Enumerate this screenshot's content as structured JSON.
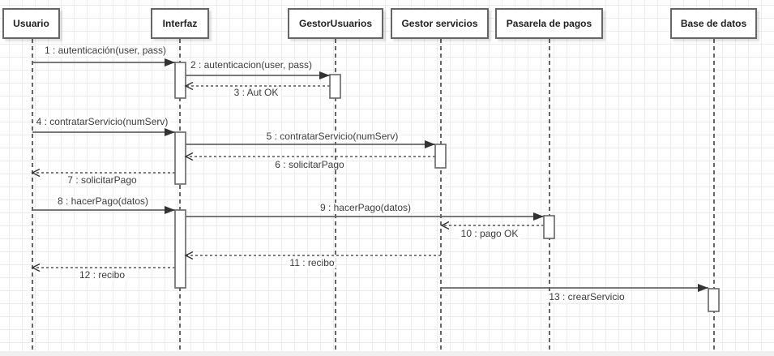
{
  "diagram_type": "uml-sequence",
  "actors": [
    {
      "label": "Usuario"
    },
    {
      "label": "Interfaz"
    },
    {
      "label": "GestorUsuarios"
    },
    {
      "label": "Gestor servicios"
    },
    {
      "label": "Pasarela de pagos"
    },
    {
      "label": "Base de datos"
    }
  ],
  "messages": [
    {
      "label": "1 : autenticación(user, pass)",
      "from": "Usuario",
      "to": "Interfaz",
      "kind": "sync"
    },
    {
      "label": "2 : autenticacion(user, pass)",
      "from": "Interfaz",
      "to": "GestorUsuarios",
      "kind": "sync"
    },
    {
      "label": "3 : Aut OK",
      "from": "GestorUsuarios",
      "to": "Interfaz",
      "kind": "return"
    },
    {
      "label": "4 : contratarServicio(numServ)",
      "from": "Usuario",
      "to": "Interfaz",
      "kind": "sync"
    },
    {
      "label": "5 : contratarServicio(numServ)",
      "from": "Interfaz",
      "to": "Gestor servicios",
      "kind": "sync"
    },
    {
      "label": "6 : solicitarPago",
      "from": "Gestor servicios",
      "to": "Interfaz",
      "kind": "return"
    },
    {
      "label": "7 : solicitarPago",
      "from": "Interfaz",
      "to": "Usuario",
      "kind": "return"
    },
    {
      "label": "8 : hacerPago(datos)",
      "from": "Usuario",
      "to": "Interfaz",
      "kind": "sync"
    },
    {
      "label": "9 : hacerPago(datos)",
      "from": "Interfaz",
      "to": "Pasarela de pagos",
      "kind": "sync"
    },
    {
      "label": "10 : pago OK",
      "from": "Pasarela de pagos",
      "to": "Gestor servicios",
      "kind": "return"
    },
    {
      "label": "11 : recibo",
      "from": "Gestor servicios",
      "to": "Interfaz",
      "kind": "return"
    },
    {
      "label": "12 : recibo",
      "from": "Interfaz",
      "to": "Usuario",
      "kind": "return"
    },
    {
      "label": "13 : crearServicio",
      "from": "Gestor servicios",
      "to": "Base de datos",
      "kind": "sync"
    }
  ],
  "colors": {
    "message_line": "#666666",
    "arrowhead": "#333333",
    "lifeline": "#000000",
    "box_border": "#666666",
    "box_fill": "#ffffff",
    "text": "#333333",
    "grid": "#ececec",
    "canvas_edge_band": "#f0f0f0"
  }
}
